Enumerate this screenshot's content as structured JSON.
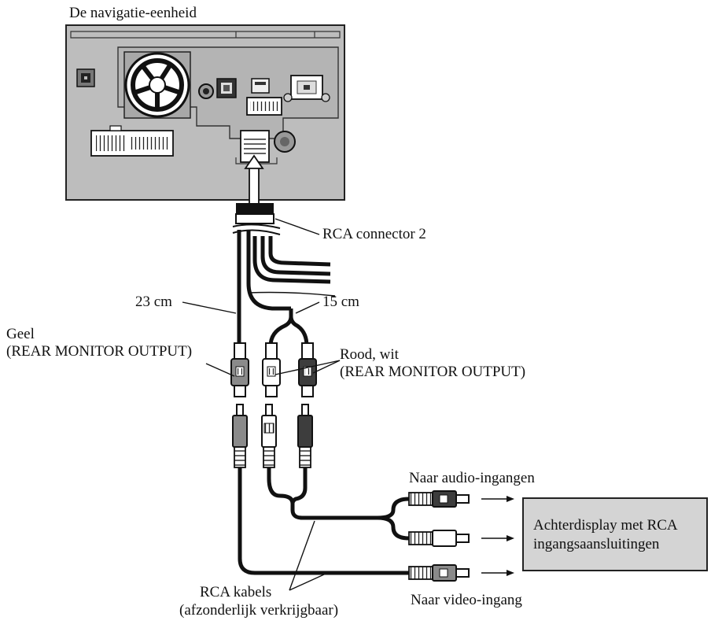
{
  "labels": {
    "unit_title": "De navigatie-eenheid",
    "rca_connector": "RCA connector 2",
    "length_23": "23 cm",
    "length_15": "15 cm",
    "geel": "Geel",
    "geel_output": "(REAR MONITOR OUTPUT)",
    "rood_wit": "Rood, wit",
    "rood_wit_output": "(REAR MONITOR OUTPUT)",
    "audio_inputs": "Naar audio-ingangen",
    "video_input": "Naar video-ingang",
    "rca_cables": "RCA kabels",
    "rca_cables_note": "(afzonderlijk verkrijgbaar)"
  },
  "display_box": {
    "line1": "Achterdisplay met RCA",
    "line2": "ingangsaansluitingen"
  },
  "colors": {
    "unit_body": "#bdbdbd",
    "plug_yellow": "#8a8a8a",
    "plug_red": "#3d3d3d",
    "plug_white": "#ffffff",
    "display_box": "#d4d4d4"
  }
}
